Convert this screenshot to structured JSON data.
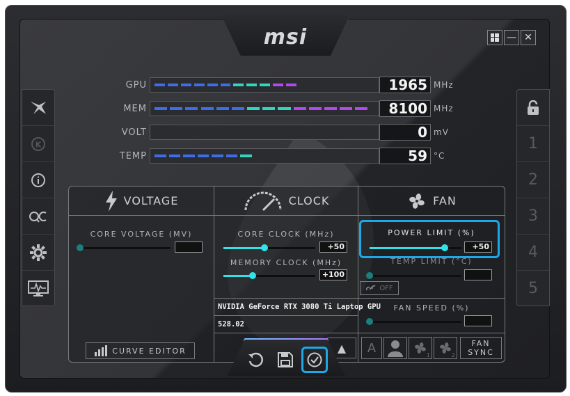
{
  "app": {
    "logo_text": "msi"
  },
  "window_controls": {
    "windows_icon": "windows-icon",
    "minimize": "—",
    "close": "✕"
  },
  "left_sidebar": {
    "items": [
      {
        "name": "msi-dragon-icon",
        "glyph": "⚔"
      },
      {
        "name": "k-boost-icon",
        "glyph": "Ⓚ"
      },
      {
        "name": "info-icon",
        "glyph": "ⓘ"
      },
      {
        "name": "oc-scanner-icon",
        "glyph": "OC"
      },
      {
        "name": "settings-gear-icon",
        "glyph": "⚙"
      },
      {
        "name": "monitoring-icon",
        "glyph": "▭"
      }
    ]
  },
  "right_sidebar": {
    "lock_glyph": "🔓",
    "profiles": [
      "1",
      "2",
      "3",
      "4",
      "5"
    ]
  },
  "monitor": [
    {
      "label": "GPU",
      "value": "1965",
      "unit": "MHz",
      "segments": 11,
      "fill": 0.65
    },
    {
      "label": "MEM",
      "value": "8100",
      "unit": "MHz",
      "segments": 14,
      "fill": 0.97
    },
    {
      "label": "VOLT",
      "value": "0",
      "unit": "mV",
      "segments": 0,
      "fill": 0.0
    },
    {
      "label": "TEMP",
      "value": "59",
      "unit": "°C",
      "segments": 7,
      "fill": 0.45
    }
  ],
  "panels": {
    "voltage": {
      "title": "VOLTAGE",
      "core_voltage_label": "CORE VOLTAGE  (MV)",
      "core_voltage_value": "",
      "curve_editor": "CURVE EDITOR"
    },
    "clock": {
      "title": "CLOCK",
      "core_clock_label": "CORE CLOCK (MHz)",
      "core_clock_value": "+50",
      "core_clock_level": 0.45,
      "memory_clock_label": "MEMORY CLOCK (MHz)",
      "memory_clock_value": "+100",
      "memory_clock_level": 0.32,
      "gpu_name": "NVIDIA GeForce RTX 3080 Ti Laptop GPU",
      "driver_version": "528.02"
    },
    "fan": {
      "title": "FAN",
      "power_limit_label": "POWER LIMIT (%)",
      "power_limit_value": "+50",
      "power_limit_level": 0.82,
      "temp_limit_label": "TEMP LIMIT (°C)",
      "temp_limit_value": "",
      "link_toggle": "OFF",
      "fan_speed_label": "FAN SPEED (%)",
      "fan_speed_value": "",
      "fan_sync_line1": "FAN",
      "fan_sync_line2": "SYNC",
      "fan1_sub": "1",
      "fan2_sub": "2",
      "auto_label": "A"
    }
  },
  "bottom_bar": {
    "reset": "reset-icon",
    "save": "save-icon",
    "apply": "apply-check-icon",
    "expand": "▲"
  },
  "colors": {
    "accent": "#2fe3e8",
    "highlight": "#1fa8e8",
    "bar_blue": "#3d6de8",
    "bar_teal": "#2fd6c0",
    "bar_purple": "#b447f0"
  }
}
